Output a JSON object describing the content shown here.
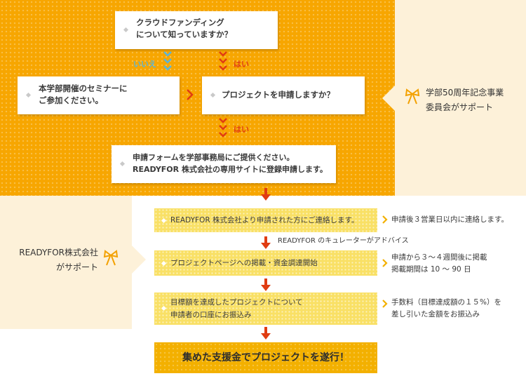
{
  "colors": {
    "orange": "#f7a600",
    "cream": "#fdf1d9",
    "yellow_box": "#f9e065",
    "arrow_red": "#e03c12",
    "arrow_blue": "#5bb5d8"
  },
  "q1": {
    "line1": "クラウドファンディング",
    "line2": "について知っていますか？"
  },
  "label_no": "いいえ",
  "label_yes_1": "はい",
  "label_yes_2": "はい",
  "seminar": {
    "line1": "本学部開催のセミナーに",
    "line2": "ご参加ください。"
  },
  "q2": "プロジェクトを申請しますか？",
  "form": {
    "line1": "申請フォームを学部事務局にご提供ください。",
    "line2": "READYFOR 株式会社の専用サイトに登録申請します。"
  },
  "committee": {
    "line1": "学部50周年記念事業",
    "line2": "委員会がサポート"
  },
  "readyfor_support": {
    "line1": "READYFOR株式会社",
    "line2": "がサポート"
  },
  "steps": [
    {
      "line1": "READYFOR 株式会社より申請された方にご連絡します。",
      "line2": ""
    },
    {
      "line1": "プロジェクトページへの掲載・資金調達開始",
      "line2": ""
    },
    {
      "line1": "目標額を達成したプロジェクトについて",
      "line2": "申請者の口座にお振込み"
    }
  ],
  "notes": [
    {
      "line1": "申請後３営業日以内に連絡します。",
      "line2": ""
    },
    {
      "line1": "申請から３～４週間後に掲載",
      "line2": "掲載期間は 10 ～ 90 日"
    },
    {
      "line1": "手数料（目標達成額の１５%）を",
      "line2": "差し引いた金額をお振込み"
    }
  ],
  "curator": "READYFOR のキュレーターがアドバイス",
  "final": "集めた支援金でプロジェクトを遂行！"
}
